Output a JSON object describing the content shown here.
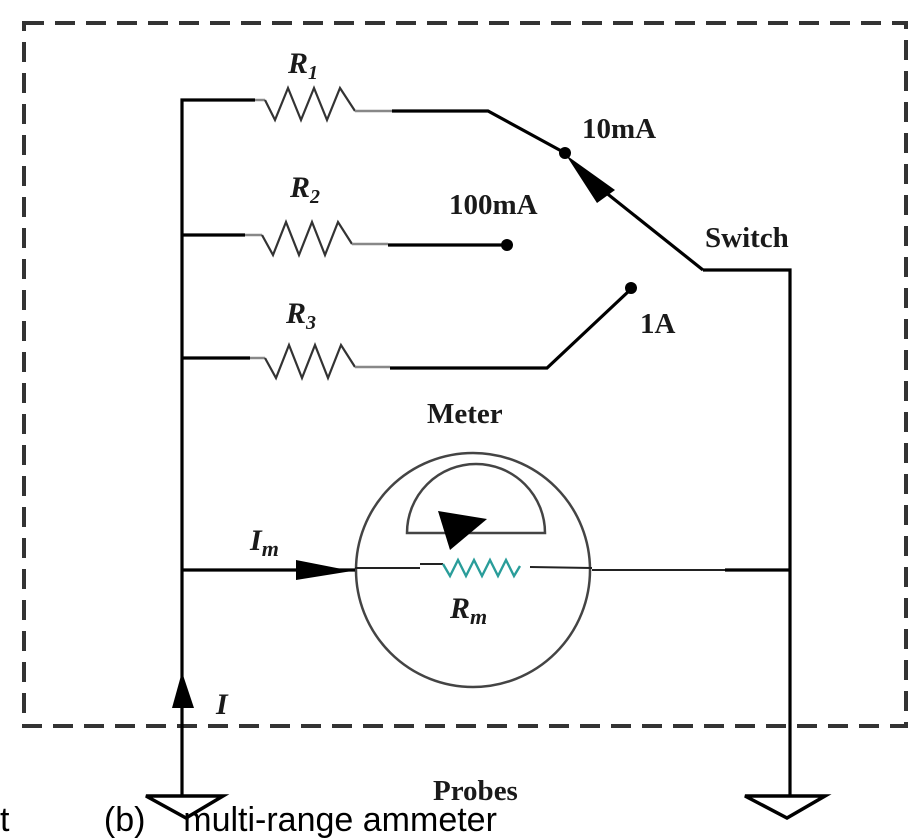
{
  "diagram": {
    "title": "Multi-range ammeter circuit",
    "labels": {
      "r1": {
        "main": "R",
        "sub": "1"
      },
      "r2": {
        "main": "R",
        "sub": "2"
      },
      "r3": {
        "main": "R",
        "sub": "3"
      },
      "rm": {
        "main": "R",
        "sub": "m"
      },
      "im": {
        "main": "I",
        "sub": "m"
      },
      "i": "I",
      "range_10ma": "10mA",
      "range_100ma": "100mA",
      "range_1a": "1A",
      "switch": "Switch",
      "meter": "Meter",
      "probes": "Probes"
    },
    "colors": {
      "wire": "#000000",
      "meter_resistor": "#2a9d9a",
      "border": "#333333"
    }
  },
  "caption_fragment": "t          (b)    multi-range ammeter"
}
